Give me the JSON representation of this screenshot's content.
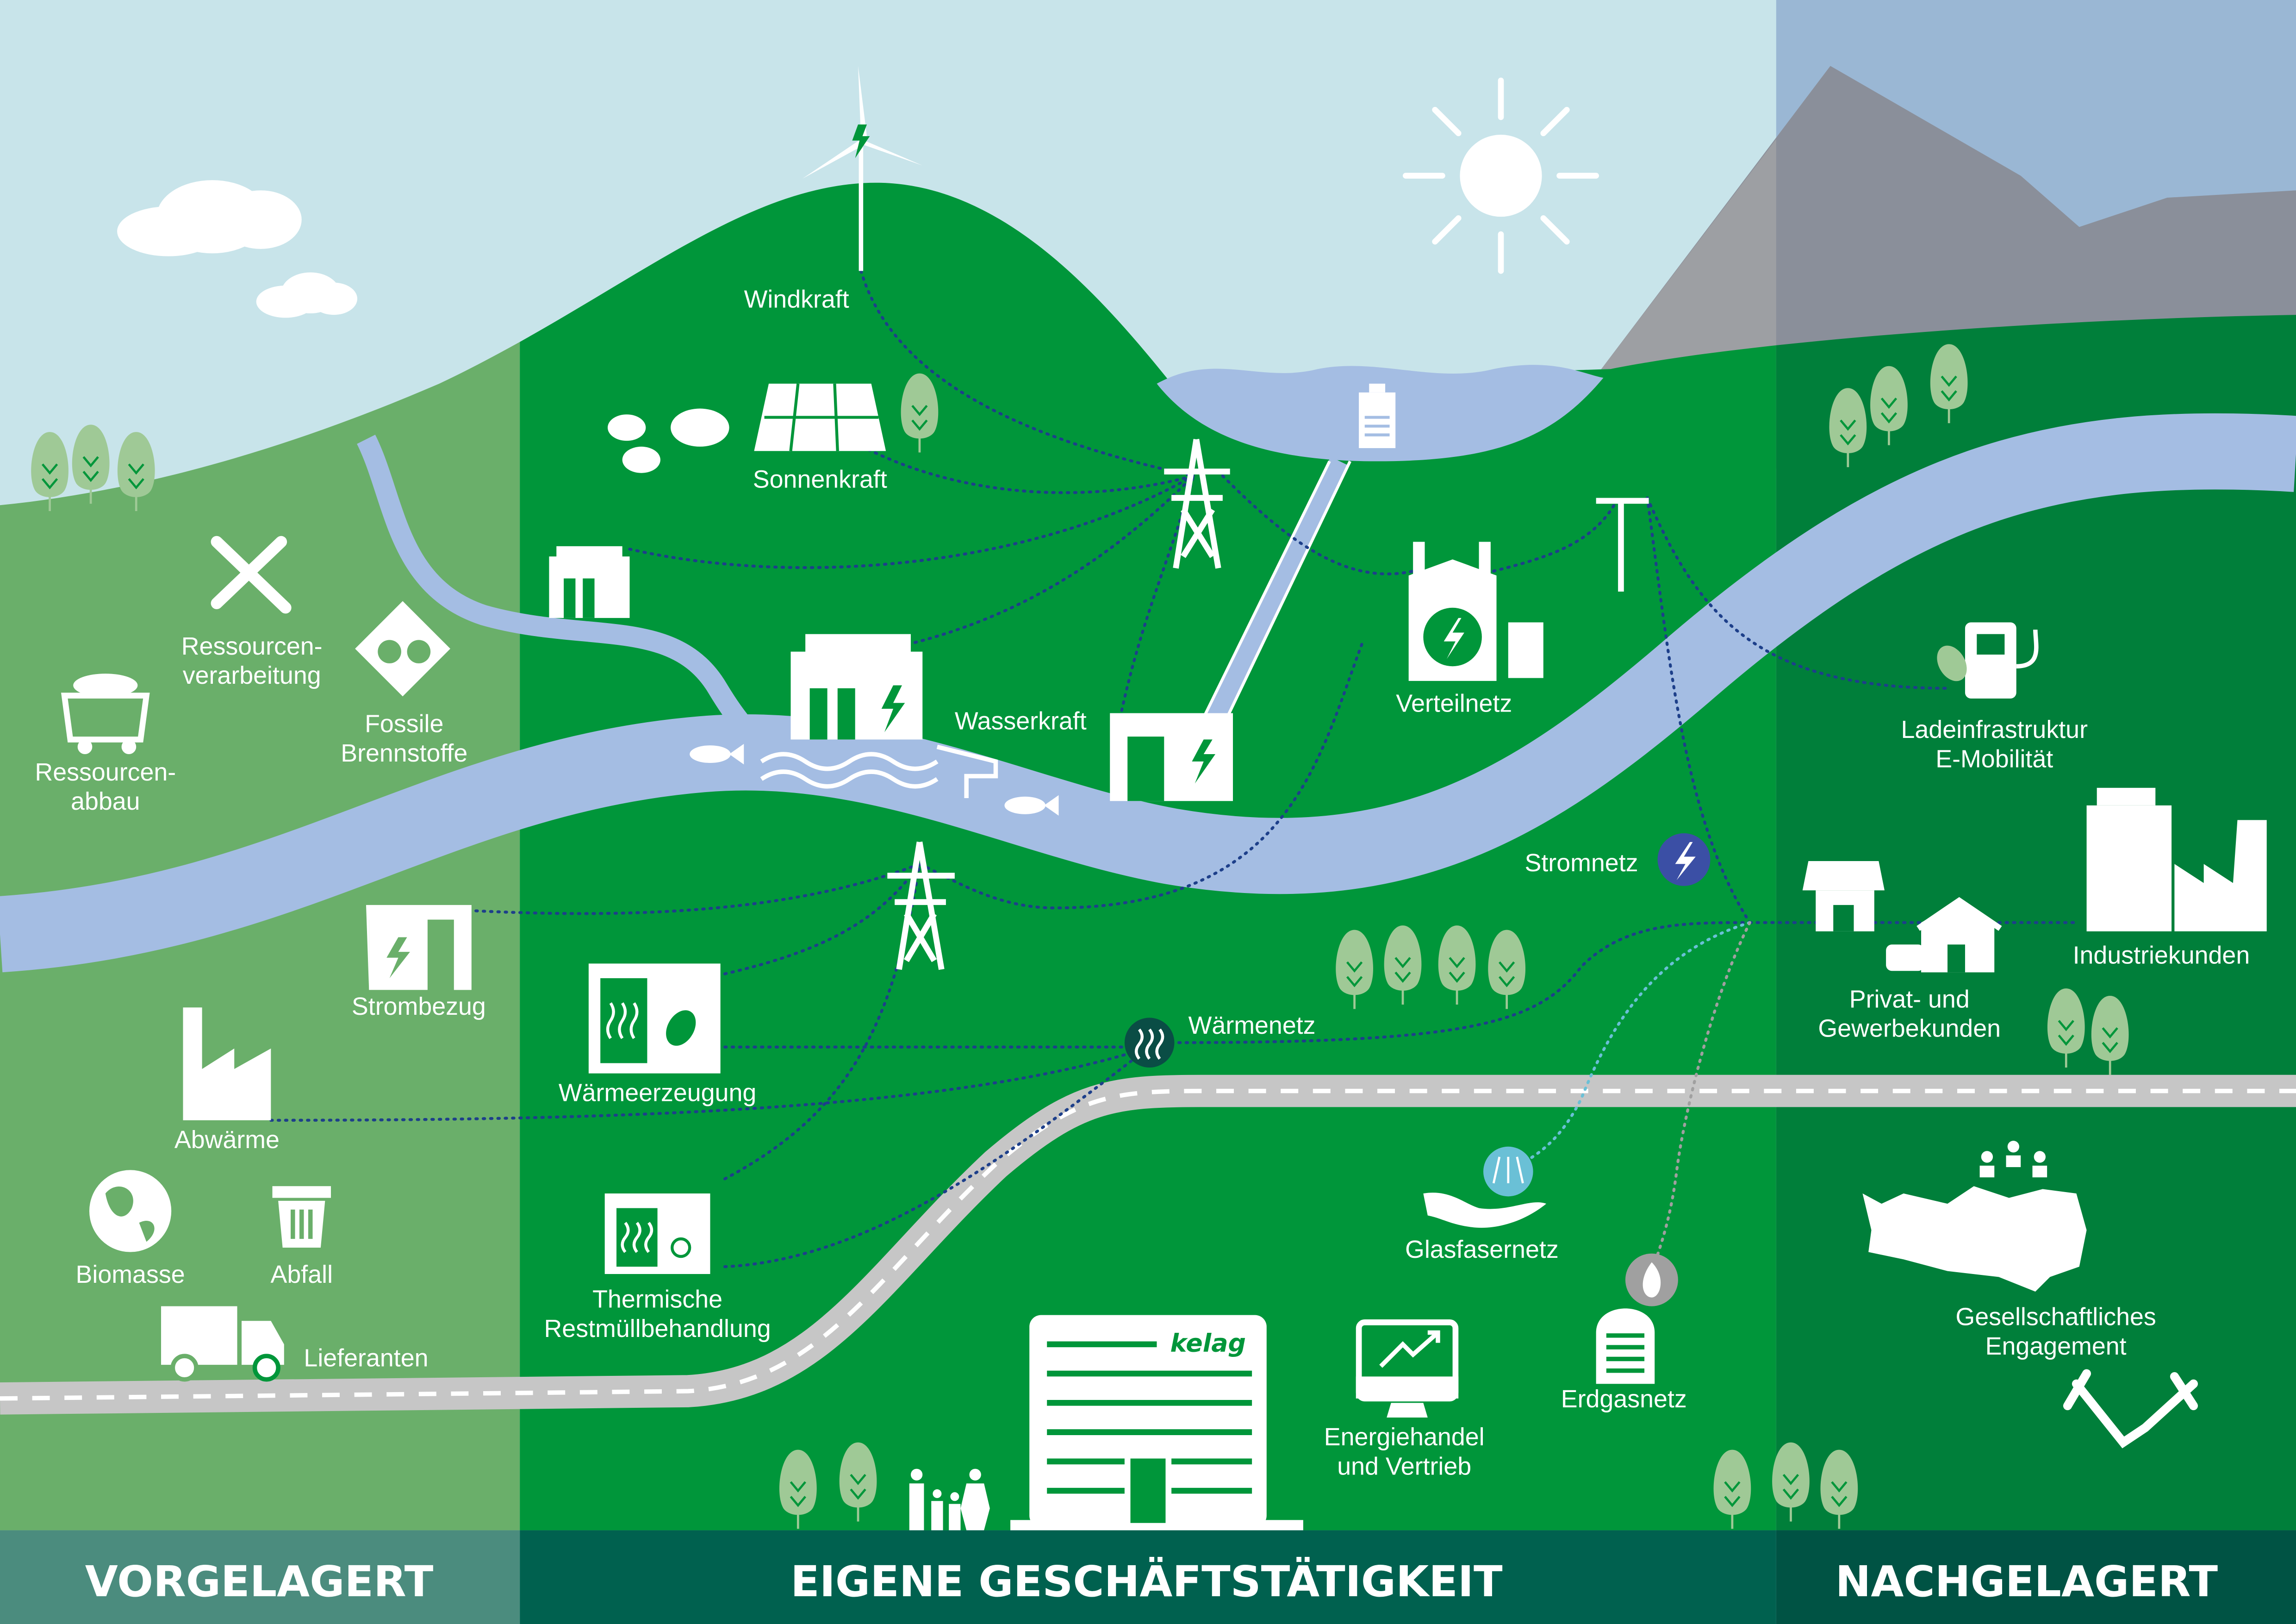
{
  "colors": {
    "sky": "#c8e4ea",
    "sky_right": "#9ab7d4",
    "upstream": "#6aaf6a",
    "own": "#00963a",
    "downstream": "#007f3a",
    "river": "#a4bde3",
    "bar_upstream": "#4b8c7e",
    "bar_own": "#00614f",
    "bar_downstream": "#005344"
  },
  "sections": {
    "upstream": "VORGELAGERT",
    "own": "EIGENE GESCHÄFTSTÄTIGKEIT",
    "downstream": "NACHGELAGERT"
  },
  "labels": {
    "windkraft": "Windkraft",
    "sonnenkraft": "Sonnenkraft",
    "ressourcenverarbeitung": [
      "Ressourcen-",
      "verarbeitung"
    ],
    "fossile": [
      "Fossile",
      "Brennstoffe"
    ],
    "ressourcenabbau": [
      "Ressourcen-",
      "abbau"
    ],
    "wasserkraft": "Wasserkraft",
    "verteilnetz": "Verteilnetz",
    "ladeinfrastruktur": [
      "Ladeinfrastruktur",
      "E-Mobilität"
    ],
    "stromnetz": "Stromnetz",
    "strombezug": "Strombezug",
    "waermeerzeugung": "Wärmeerzeugung",
    "waermenetz": "Wärmenetz",
    "privat": [
      "Privat- und",
      "Gewerbekunden"
    ],
    "industriekunden": "Industriekunden",
    "abwaerme": "Abwärme",
    "biomasse": "Biomasse",
    "abfall": "Abfall",
    "lieferanten": "Lieferanten",
    "thermische": [
      "Thermische",
      "Restmüllbehandlung"
    ],
    "glasfasernetz": "Glasfasernetz",
    "erdgasnetz": "Erdgasnetz",
    "energiehandel": [
      "Energiehandel",
      "und Vertrieb"
    ],
    "engagement": [
      "Gesellschaftliches",
      "Engagement"
    ]
  },
  "logo": "kelag"
}
